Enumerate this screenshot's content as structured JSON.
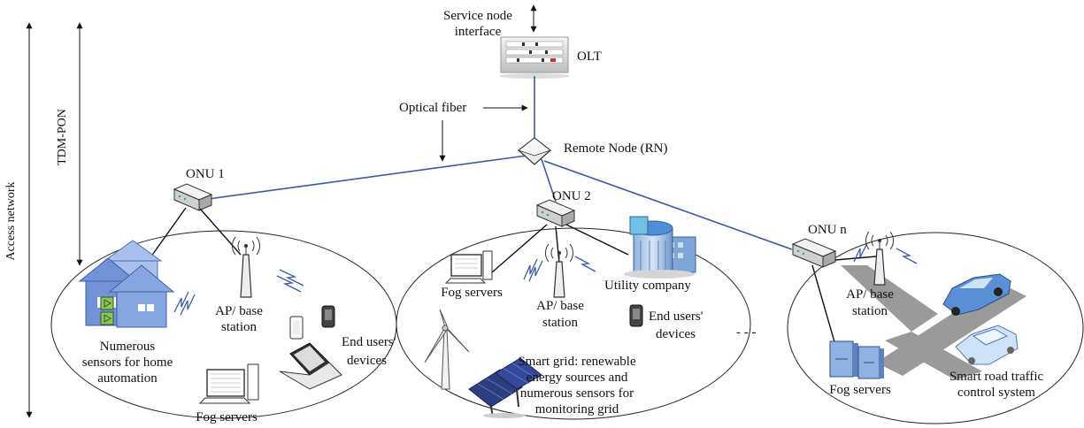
{
  "labels": {
    "access_network": "Access network",
    "tdm_pon": "TDM-PON",
    "service_node_interface_line1": "Service node",
    "service_node_interface_line2": "interface",
    "olt": "OLT",
    "optical_fiber": "Optical fiber",
    "remote_node": "Remote Node (RN)",
    "onu1": "ONU 1",
    "onu2": "ONU 2",
    "onun": "ONU n",
    "ap_base_1a": "AP/ base",
    "ap_base_1b": "station",
    "ap_base_2a": "AP/ base",
    "ap_base_2b": "station",
    "ap_base_3a": "AP/ base",
    "ap_base_3b": "station",
    "home_1": "Numerous",
    "home_2": "sensors for home",
    "home_3": "automation",
    "end_users_1a": "End users'",
    "end_users_1b": "devices",
    "end_users_2a": "End users'",
    "end_users_2b": "devices",
    "fog_servers_1": "Fog servers",
    "fog_servers_2": "Fog servers",
    "fog_servers_3": "Fog servers",
    "utility_company": "Utility company",
    "smart_grid_1": "Smart grid: renewable",
    "smart_grid_2": "energy sources and",
    "smart_grid_3": "numerous sensors for",
    "smart_grid_4": "monitoring grid",
    "smart_road_1": "Smart road traffic",
    "smart_road_2": "control system",
    "ellipsis": "- - -"
  },
  "colors": {
    "fiber": "#3a5aa8",
    "house": "#6f93d6",
    "house_accent": "#8fc45a",
    "car": "#7fa7e0",
    "road": "#9a9a9a",
    "onu_body": "#dcdcdc",
    "line": "#111111"
  },
  "icons": [
    "arrow-icon",
    "olt-rack-icon",
    "remote-node-icon",
    "onu-icon",
    "antenna-icon",
    "wireless-signal-icon",
    "house-icon",
    "computer-icon",
    "server-icon",
    "phone-icon",
    "laptop-icon",
    "building-icon",
    "wind-turbine-icon",
    "solar-panel-icon",
    "car-icon",
    "road-icon"
  ]
}
